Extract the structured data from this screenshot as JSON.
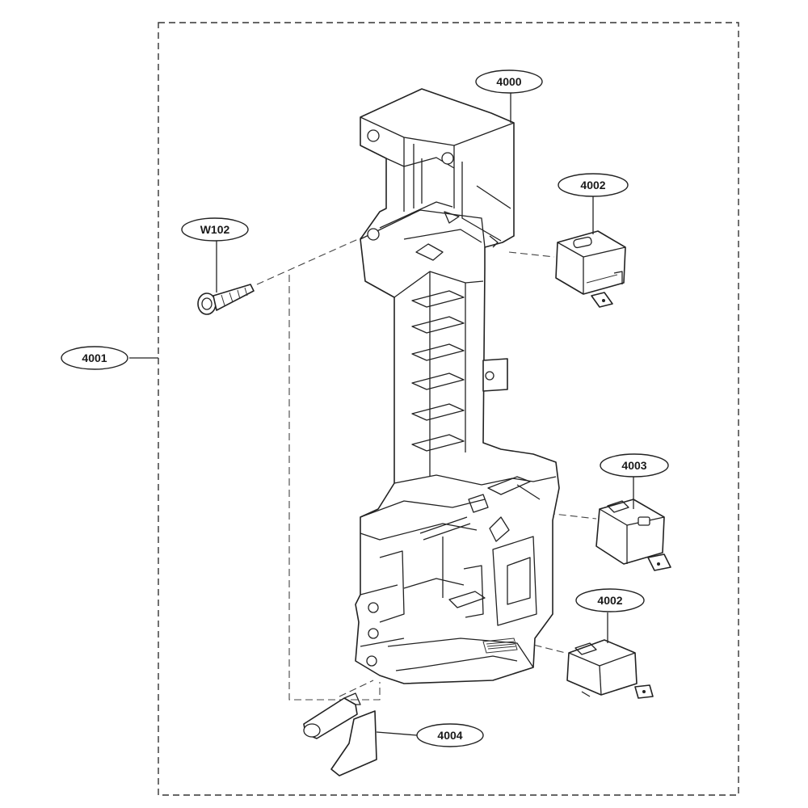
{
  "diagram": {
    "callouts": {
      "c4000": "4000",
      "c4001": "4001",
      "c4002a": "4002",
      "c4002b": "4002",
      "c4003": "4003",
      "c4004": "4004",
      "cW102": "W102"
    }
  }
}
